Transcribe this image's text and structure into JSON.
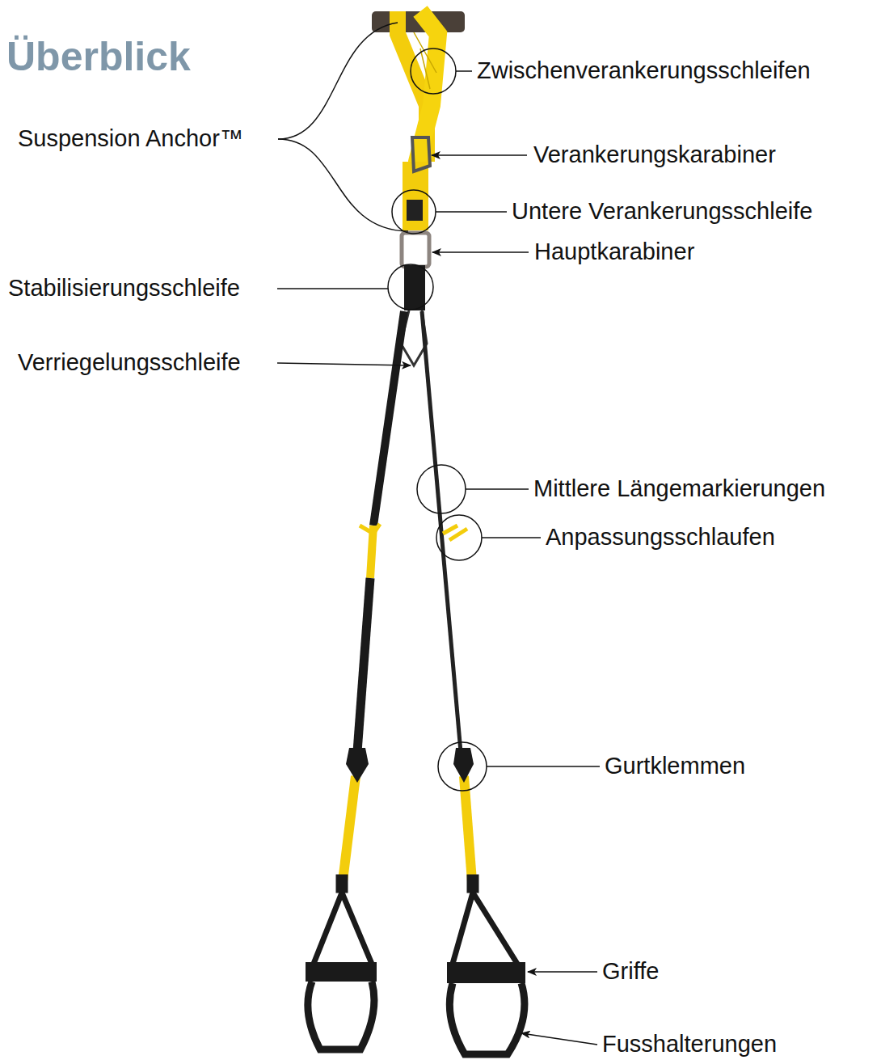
{
  "diagram": {
    "title": "Überblick",
    "labels": [
      "Zwischenverankerungsschleifen",
      "Suspension Anchor™",
      "Verankerungskarabiner",
      "Untere Verankerungsschleife",
      "Hauptkarabiner",
      "Stabilisierungsschleife",
      "Verriegelungsschleife",
      "Mittlere Längemarkierungen",
      "Anpassungsschlaufen",
      "Gurtklemmen",
      "Griffe",
      "Fusshalterungen"
    ]
  }
}
